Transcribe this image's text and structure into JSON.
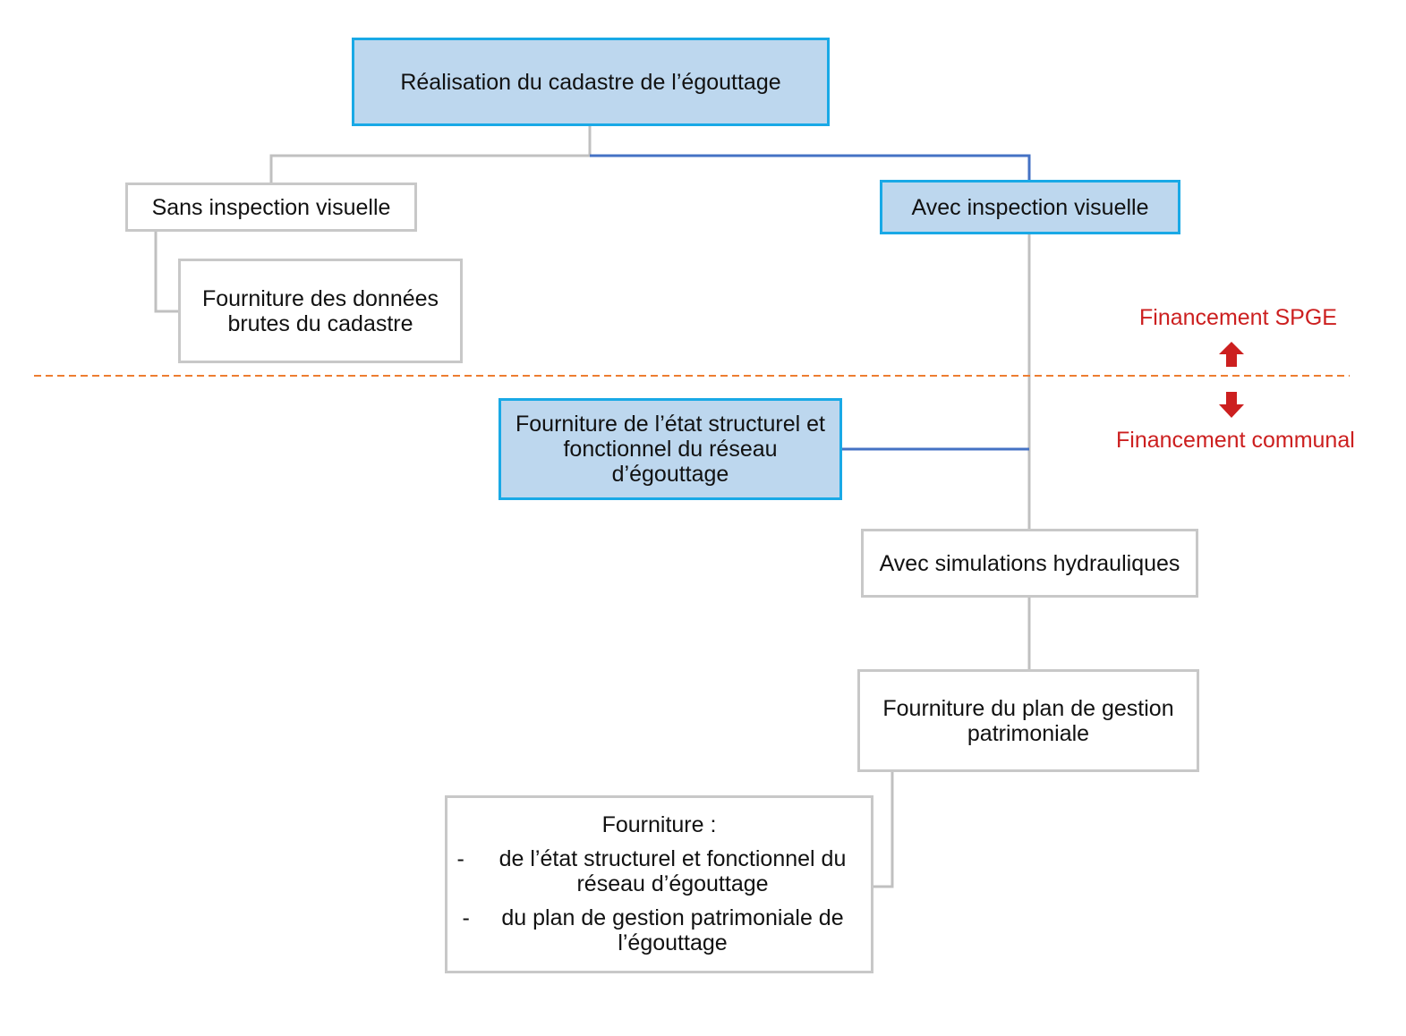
{
  "nodes": {
    "root": "Réalisation du cadastre de l’égouttage",
    "without_inspection": "Sans inspection visuelle",
    "raw_data": [
      "Fourniture des données",
      "brutes du cadastre"
    ],
    "with_inspection": "Avec inspection visuelle",
    "structural_state": [
      "Fourniture de l’état structurel et",
      "fonctionnel du réseau",
      "d’égouttage"
    ],
    "hydraulic": "Avec simulations hydrauliques",
    "asset_plan": [
      "Fourniture du plan de gestion",
      "patrimoniale"
    ],
    "final": {
      "title": "Fourniture :",
      "items": [
        {
          "dash": "-",
          "lines": [
            "de l’état structurel et fonctionnel du",
            "réseau d’égouttage"
          ]
        },
        {
          "dash": "-",
          "lines": [
            "du plan de gestion patrimoniale de",
            "l’égouttage"
          ]
        }
      ]
    }
  },
  "funding": {
    "upper": "Financement SPGE",
    "lower": "Financement communal"
  },
  "colors": {
    "highlight_fill": "#bdd7ee",
    "highlight_border": "#19a9e6",
    "neutral_border": "#c8c8c8",
    "emphasis_connector": "#4472c4",
    "neutral_connector": "#c0c0c0",
    "divider": "#ed7d31",
    "funding_text": "#cc1f1f"
  }
}
